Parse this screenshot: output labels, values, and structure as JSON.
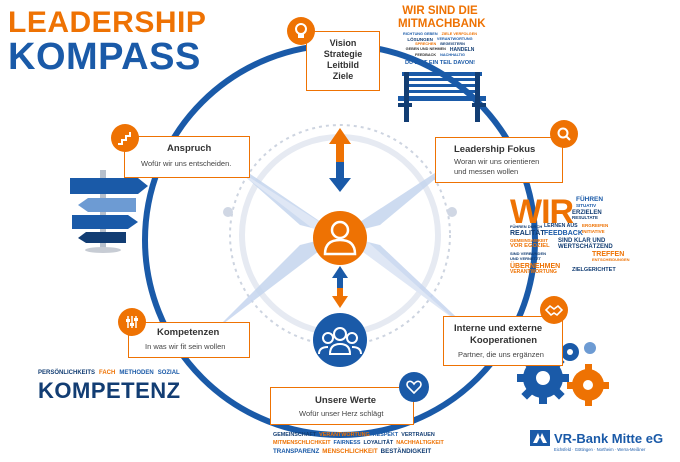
{
  "title": {
    "line1": "LEADERSHIP",
    "line2": "KOMPASS"
  },
  "top_box": {
    "lines": [
      "Vision",
      "Strategie",
      "Leitbild",
      "Ziele"
    ],
    "icon": "lightbulb-icon"
  },
  "anspruch": {
    "title": "Anspruch",
    "subtitle": "Wofür wir uns entscheiden.",
    "icon": "stairs-icon"
  },
  "leadership_fokus": {
    "title": "Leadership Fokus",
    "subtitle1": "Woran wir uns orientieren",
    "subtitle2": "und messen wollen",
    "icon": "magnifier-icon"
  },
  "kompetenzen": {
    "title": "Kompetenzen",
    "subtitle": "In was wir fit sein wollen",
    "icon": "sliders-icon"
  },
  "kooperationen": {
    "title1": "Interne und externe",
    "title2": "Kooperationen",
    "subtitle": "Partner, die uns ergänzen",
    "icon": "handshake-icon"
  },
  "werte": {
    "title": "Unsere Werte",
    "subtitle": "Wofür unser Herz schlägt",
    "icon": "heart-icon"
  },
  "mitmachbank": {
    "line1": "WIR SIND DIE",
    "line2": "MITMACHBANK",
    "small": [
      "RICHTUNG GEBEN",
      "ZIELE VERFOLGEN",
      "LÖSUNGEN",
      "VERANTWORTUNG",
      "SPRECHEN",
      "BEGEISTERN",
      "GEBEN UND NEHMEN",
      "HANDELN",
      "FEEDBACK",
      "NACHHALTIG"
    ],
    "bottom": "DU BIST EIN TEIL DAVON!"
  },
  "wir_cloud": {
    "big": "WIR",
    "words": [
      "FÜHREN",
      "SITUATIV",
      "ERZIELEN",
      "RESULTATE",
      "FÜHREN DURCH",
      "REALITÄT",
      "LERNEN AUS",
      "FEEDBACK",
      "ERGREIFEN",
      "INITIATIVE",
      "GEMEINSAMKEIT",
      "VOR EGOZIEL",
      "SIND KLAR UND",
      "WERTSCHÄTZEND",
      "SIND VERBUNDEN",
      "UND VERNETZT",
      "TREFFEN",
      "ENTSCHEIDUNGEN",
      "ÜBERNEHMEN",
      "VERANTWORTUNG",
      "ZIELGERICHTET"
    ]
  },
  "kompetenz": {
    "tags": [
      "PERSÖNLICHKEITS",
      "FACH",
      "METHODEN",
      "SOZIAL"
    ],
    "word": "KOMPETENZ"
  },
  "werte_cloud": {
    "rows": [
      [
        "GEMEINSCHAFT",
        "VERANTWORTUNG",
        "RESPEKT",
        "VERTRAUEN"
      ],
      [
        "MITMENSCHLICHKEIT",
        "FAIRNESS",
        "LOYALITÄT",
        "NACHHALTIGKEIT"
      ],
      [
        "TRANSPARENZ",
        "MENSCHLICHKEIT",
        "BESTÄNDIGKEIT"
      ]
    ]
  },
  "bank": {
    "name": "VR-Bank Mitte eG",
    "locations": "Eichsfeld · Göttingen · Northeim · Werra-Meißner"
  },
  "colors": {
    "orange": "#ee7203",
    "blue": "#1a5aa8",
    "dark_blue": "#123d73"
  }
}
